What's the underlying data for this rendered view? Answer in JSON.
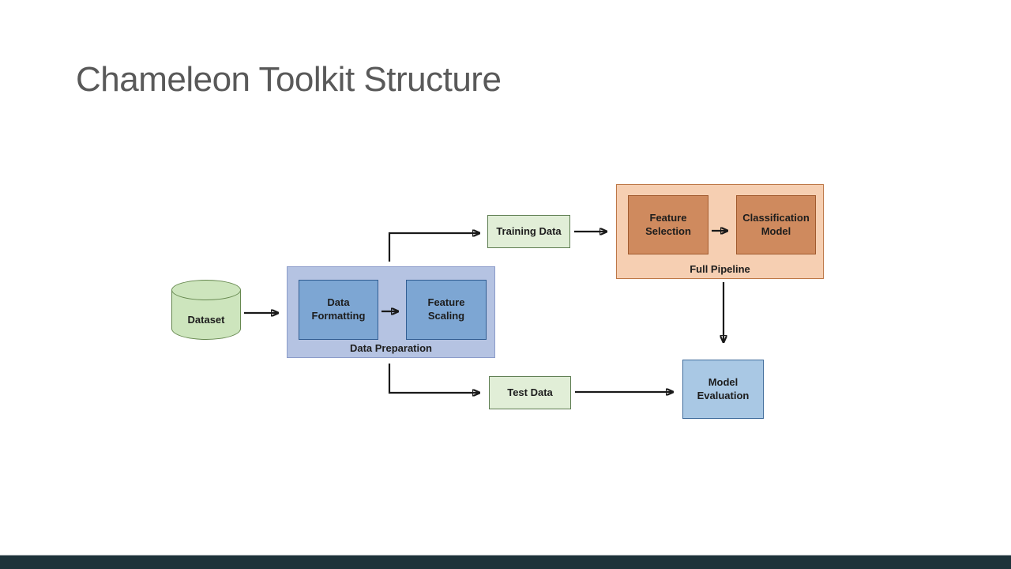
{
  "slide": {
    "title": "Chameleon Toolkit Structure",
    "title_color": "#595959",
    "footer_bar_color": "#1e333a"
  },
  "diagram": {
    "arrow_color": "#1a1a1a",
    "nodes": {
      "dataset": {
        "label": "Dataset",
        "fill": "#cde5bd",
        "border": "#66884f"
      },
      "data_preparation": {
        "label": "Data Preparation",
        "fill": "#b5c3e2",
        "border": "#8b9bc9"
      },
      "data_formatting": {
        "label": "Data Formatting",
        "fill": "#7da6d3",
        "border": "#315d92"
      },
      "feature_scaling": {
        "label": "Feature Scaling",
        "fill": "#7da6d3",
        "border": "#315d92"
      },
      "training_data": {
        "label": "Training Data",
        "fill": "#e1eed7",
        "border": "#5e7d52"
      },
      "test_data": {
        "label": "Test Data",
        "fill": "#e1eed7",
        "border": "#5e7d52"
      },
      "full_pipeline": {
        "label": "Full Pipeline",
        "fill": "#f6cfb2",
        "border": "#bd7746"
      },
      "feature_selection": {
        "label": "Feature Selection",
        "fill": "#cf8a5e",
        "border": "#a05a2e"
      },
      "classification_model": {
        "label": "Classification Model",
        "fill": "#cf8a5e",
        "border": "#a05a2e"
      },
      "model_evaluation": {
        "label": "Model Evaluation",
        "fill": "#a9c8e4",
        "border": "#416d9c"
      }
    },
    "edges": [
      {
        "from": "dataset",
        "to": "data_preparation"
      },
      {
        "from": "data_formatting",
        "to": "feature_scaling"
      },
      {
        "from": "data_preparation",
        "to": "training_data"
      },
      {
        "from": "data_preparation",
        "to": "test_data"
      },
      {
        "from": "training_data",
        "to": "full_pipeline"
      },
      {
        "from": "feature_selection",
        "to": "classification_model"
      },
      {
        "from": "full_pipeline",
        "to": "model_evaluation"
      },
      {
        "from": "test_data",
        "to": "model_evaluation"
      }
    ]
  }
}
